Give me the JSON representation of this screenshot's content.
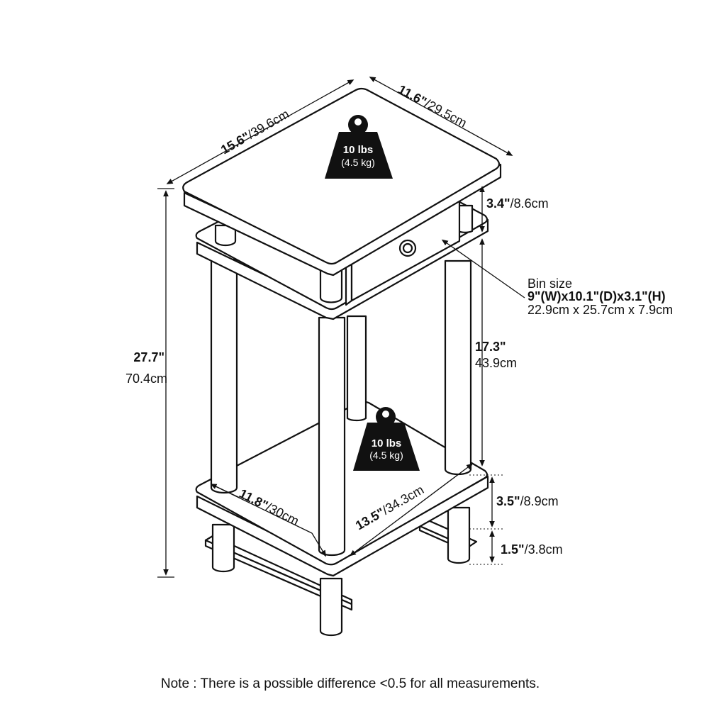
{
  "top_width": {
    "in": "15.6\"",
    "cm": "/39.6cm"
  },
  "top_depth": {
    "in": "11.6\"",
    "cm": "/29.5cm"
  },
  "top_weight": {
    "lbs": "10 lbs",
    "kg": "(4.5 kg)"
  },
  "drawer_height": {
    "in": "3.4\"",
    "cm": "/8.6cm"
  },
  "bin": {
    "title": "Bin size",
    "dims_in": "9\"(W)x10.1\"(D)x3.1\"(H)",
    "dims_cm": "22.9cm x 25.7cm x 7.9cm"
  },
  "total_height": {
    "in": "27.7\"",
    "cm": "70.4cm"
  },
  "shelf_gap": {
    "in": "17.3\"",
    "cm": "43.9cm"
  },
  "bottom_weight": {
    "lbs": "10 lbs",
    "kg": "(4.5 kg)"
  },
  "bottom_depth": {
    "in": "11.8\"",
    "cm": "/30cm"
  },
  "bottom_width": {
    "in": "13.5\"",
    "cm": "/34.3cm"
  },
  "lower_gap": {
    "in": "3.5\"",
    "cm": "/8.9cm"
  },
  "foot_height": {
    "in": "1.5\"",
    "cm": "/3.8cm"
  },
  "note": "Note : There is a possible difference <0.5 for all measurements."
}
